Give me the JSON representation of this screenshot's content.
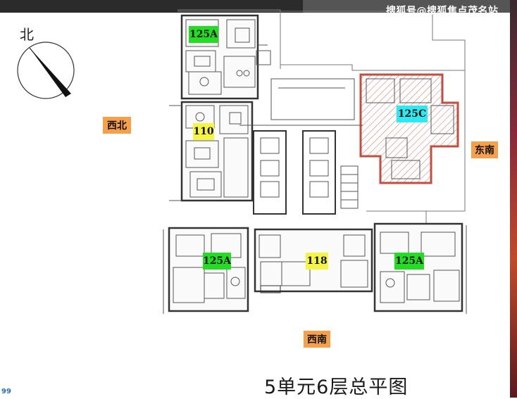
{
  "compass": {
    "label": "北",
    "icon": "compass-needle-icon"
  },
  "watermark": "搜狐号@搜狐焦点茂名站",
  "title": "5单元6层总平图",
  "directions": {
    "northwest": "西北",
    "southeast": "东南",
    "southwest": "西南"
  },
  "units": {
    "top_left": "125A",
    "middle_left": "110",
    "top_right": "125C",
    "bottom_left": "125A",
    "bottom_middle": "118",
    "bottom_right": "125A"
  },
  "colors": {
    "unit_125a": "#22dd22",
    "unit_110_118": "#f5f545",
    "unit_125c": "#2ee9f0",
    "direction_tag": "#f6a04a",
    "highlight_hatch": "#c0392b",
    "right_edge_photo": "#8a2a3a"
  },
  "corner_mark": "99"
}
